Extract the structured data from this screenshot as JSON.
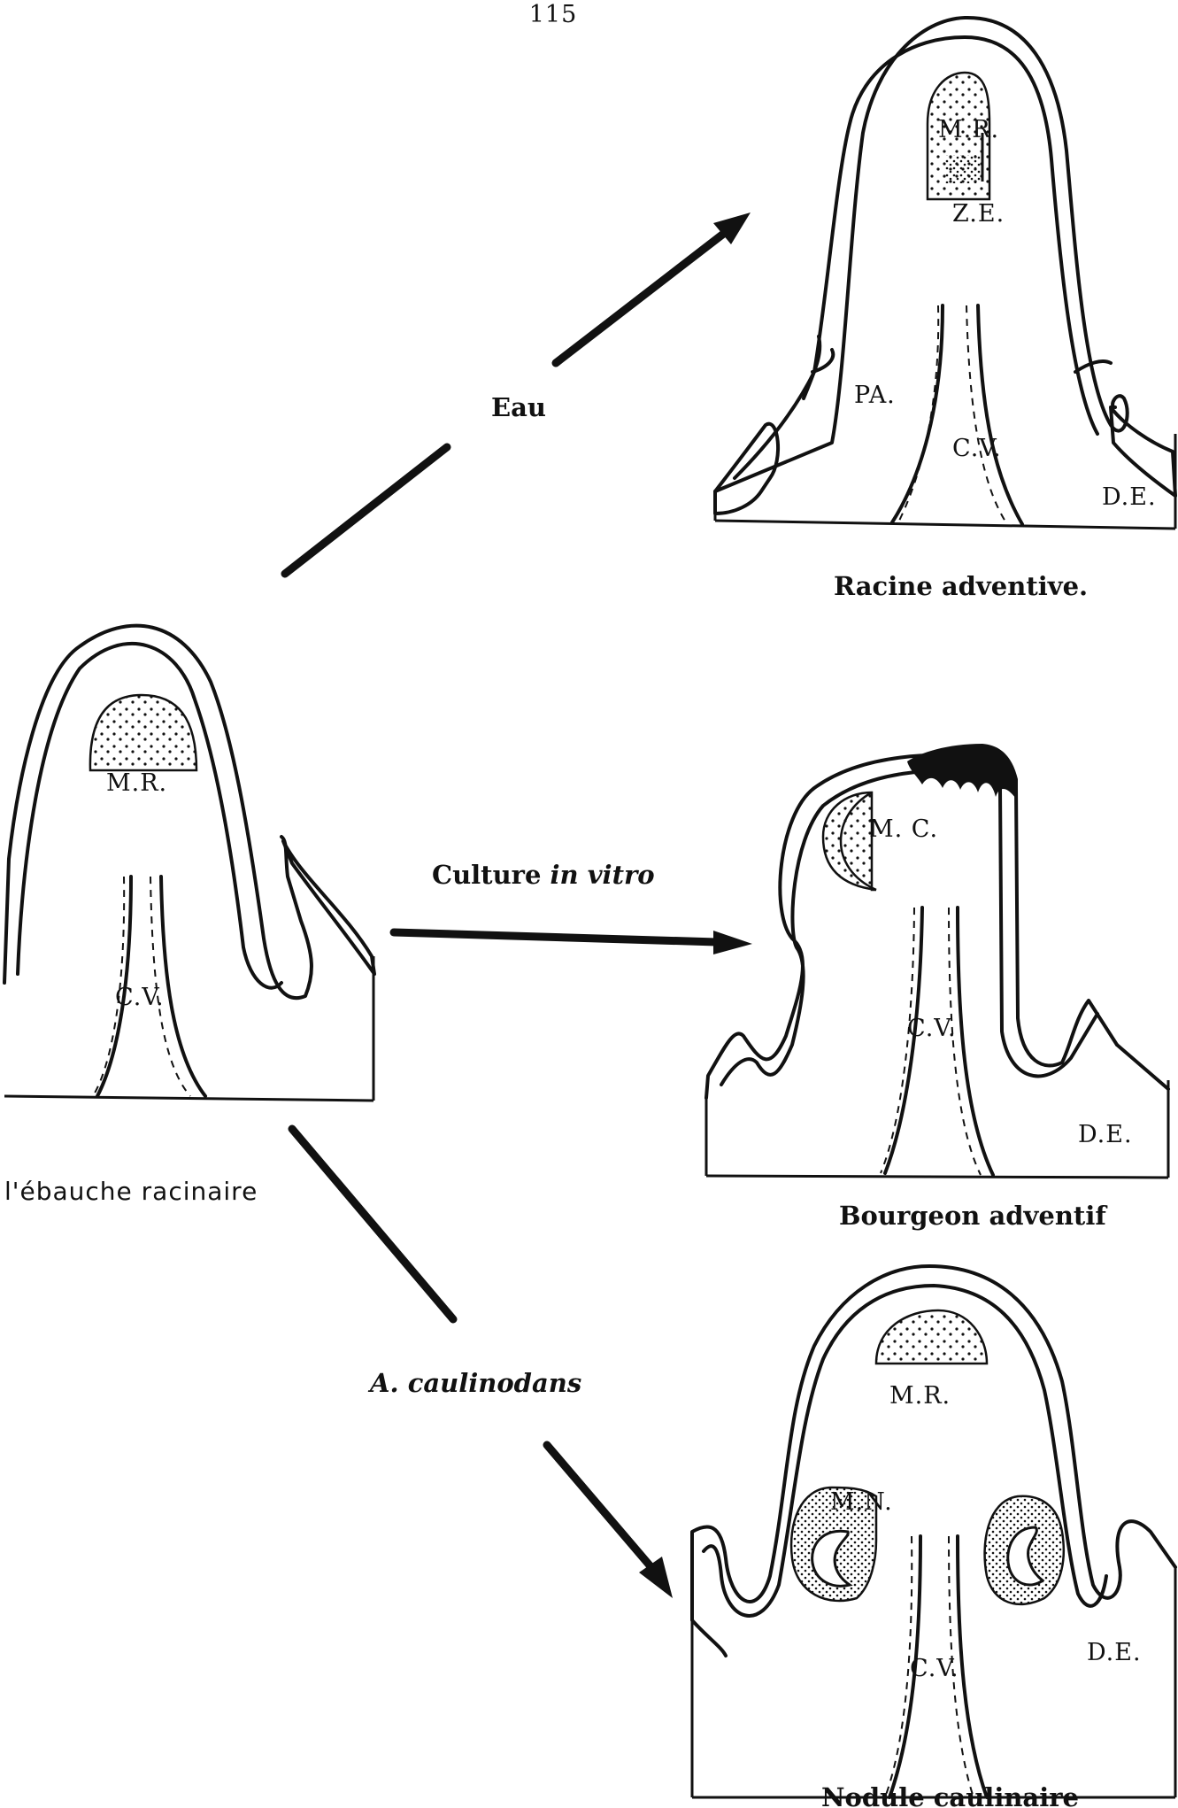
{
  "page_number": "115",
  "center": {
    "caption": "l'ébauche racinaire",
    "labels": {
      "mr": "M.R.",
      "cv": "C.V."
    }
  },
  "top": {
    "caption": "Racine adventive.",
    "labels": {
      "mr": "M.R.",
      "ze": "Z.E.",
      "pa": "PA.",
      "cv": "C.V.",
      "de": "D.E."
    }
  },
  "middle": {
    "caption": "Bourgeon adventif",
    "labels": {
      "mc": "M. C.",
      "cv": "C.V.",
      "de": "D.E."
    }
  },
  "bottom": {
    "caption": "Nodule caulinaire",
    "labels": {
      "mr": "M.R.",
      "mn": "M.N.",
      "cv": "C.V.",
      "de": "D.E."
    }
  },
  "arrows": {
    "eau": "Eau",
    "culture": "Culture ",
    "culture_italic": "in vitro",
    "caulinodans": "A. caulinodans"
  }
}
